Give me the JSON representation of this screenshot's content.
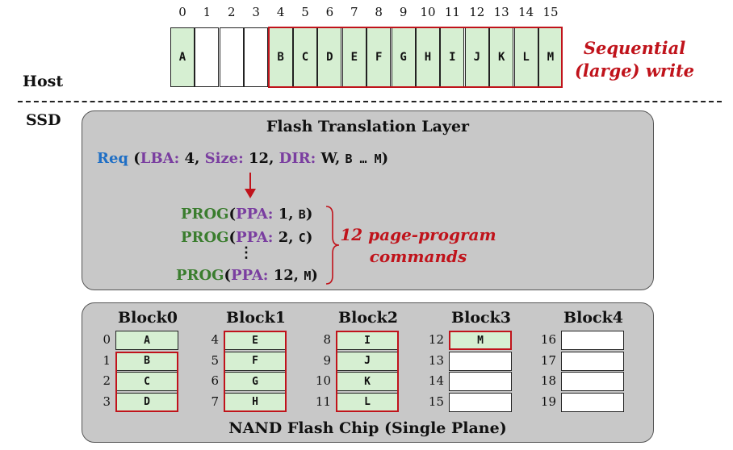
{
  "host": {
    "label": "Host",
    "indices": [
      "0",
      "1",
      "2",
      "3",
      "4",
      "5",
      "6",
      "7",
      "8",
      "9",
      "10",
      "11",
      "12",
      "13",
      "14",
      "15"
    ],
    "cells": [
      "A",
      "",
      "",
      "",
      "B",
      "C",
      "D",
      "E",
      "F",
      "G",
      "H",
      "I",
      "J",
      "K",
      "L",
      "M"
    ],
    "annotation_line1": "Sequential",
    "annotation_line2": "(large) write"
  },
  "ssd": {
    "label": "SSD",
    "ftl": {
      "title": "Flash Translation Layer",
      "req": {
        "word": "Req",
        "open": " (",
        "lba_key": "LBA:",
        "lba_val": " 4, ",
        "size_key": "Size:",
        "size_val": " 12, ",
        "dir_key": "DIR:",
        "dir_val": " W, ",
        "range": "B … M",
        "close": ")"
      },
      "prog_word": "PROG",
      "ppa_key": "PPA:",
      "commands": [
        {
          "ppa": " 1,",
          "page": "B"
        },
        {
          "ppa": " 2,",
          "page": "C"
        },
        {
          "ppa": " 12,",
          "page": "M"
        }
      ],
      "ellipsis": "⋮",
      "annotation_line1": "12 page-program",
      "annotation_line2": "commands"
    },
    "nand": {
      "title": "NAND Flash Chip (Single Plane)",
      "blocks": [
        {
          "name": "Block0",
          "pages": [
            {
              "n": "0",
              "v": "A"
            },
            {
              "n": "1",
              "v": "B"
            },
            {
              "n": "2",
              "v": "C"
            },
            {
              "n": "3",
              "v": "D"
            }
          ]
        },
        {
          "name": "Block1",
          "pages": [
            {
              "n": "4",
              "v": "E"
            },
            {
              "n": "5",
              "v": "F"
            },
            {
              "n": "6",
              "v": "G"
            },
            {
              "n": "7",
              "v": "H"
            }
          ]
        },
        {
          "name": "Block2",
          "pages": [
            {
              "n": "8",
              "v": "I"
            },
            {
              "n": "9",
              "v": "J"
            },
            {
              "n": "10",
              "v": "K"
            },
            {
              "n": "11",
              "v": "L"
            }
          ]
        },
        {
          "name": "Block3",
          "pages": [
            {
              "n": "12",
              "v": "M"
            },
            {
              "n": "13",
              "v": ""
            },
            {
              "n": "14",
              "v": ""
            },
            {
              "n": "15",
              "v": ""
            }
          ]
        },
        {
          "name": "Block4",
          "pages": [
            {
              "n": "16",
              "v": ""
            },
            {
              "n": "17",
              "v": ""
            },
            {
              "n": "18",
              "v": ""
            },
            {
              "n": "19",
              "v": ""
            }
          ]
        }
      ]
    }
  },
  "colors": {
    "red": "#c0131b",
    "green_fill": "#d6efd2",
    "blue": "#1f6fc5",
    "purple": "#7a3ea0",
    "dark_green": "#3a7d2e",
    "panel": "#c8c8c8"
  }
}
